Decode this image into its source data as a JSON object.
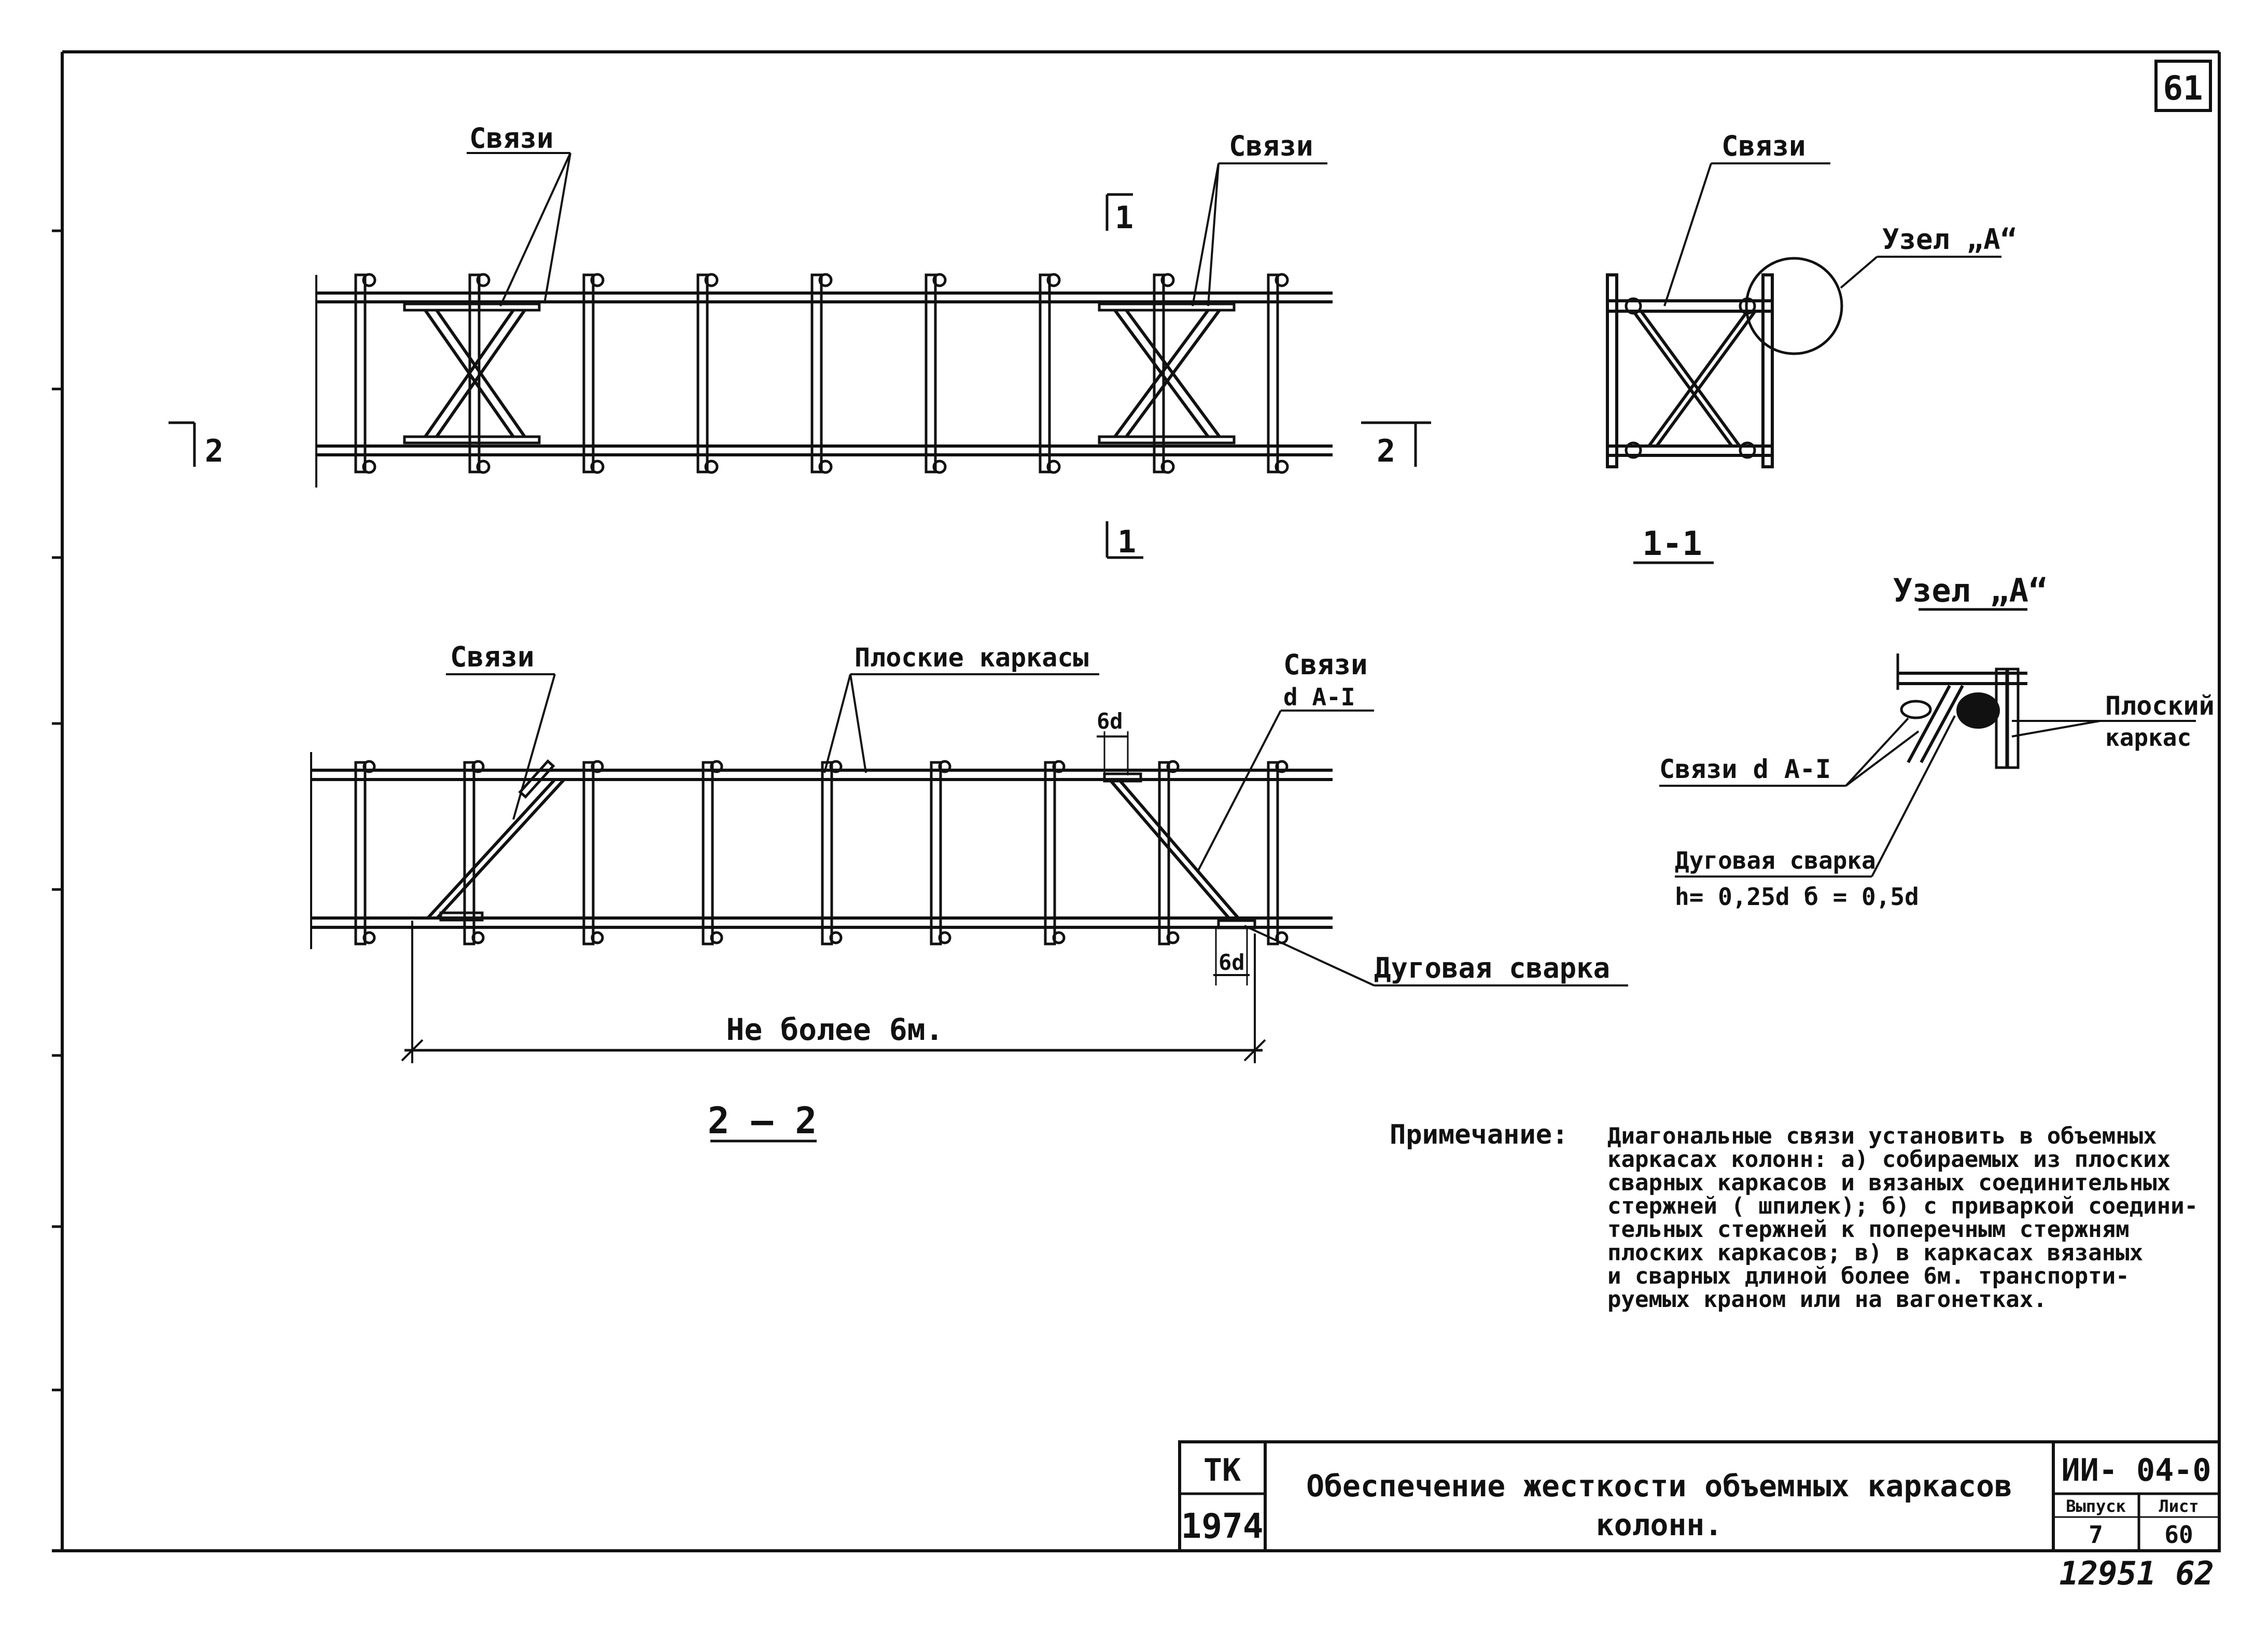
{
  "sheet": {
    "page_number": "61",
    "bottom_handwritten": "12951  62",
    "side_margin_text": ""
  },
  "view_top": {
    "label_left": "Связи",
    "label_right": "Связи",
    "cut1_top": "1",
    "cut1_bottom": "1",
    "cut2_left": "2",
    "cut2_right": "2"
  },
  "view_section_1_1": {
    "label": "Связи",
    "node_label": "Узел „А“",
    "caption": "1-1"
  },
  "view_section_2_2": {
    "label_left": "Связи",
    "label_middle": "Плоские каркасы",
    "label_right": "Связи",
    "label_right_sub": "d A-I",
    "dim_6d_top": "6d",
    "dim_6d_bottom": "6d",
    "weld_label": "Дуговая сварка",
    "span_label": "Не более 6м.",
    "caption": "2 – 2"
  },
  "node_detail": {
    "title": "Узел „А“",
    "flat_frame_line1": "Плоский",
    "flat_frame_line2": "каркас",
    "ties_label": "Связи d A-I",
    "weld_label": "Дуговая сварка",
    "weld_params": "h= 0,25d   б = 0,5d"
  },
  "note": {
    "heading": "Примечание:",
    "lines": [
      "Диагональные связи установить в объемных",
      "каркасах колонн: а) собираемых из плоских",
      "сварных каркасов и вязаных соединительных",
      "стержней ( шпилек);  б) с приваркой соедини-",
      "тельных стержней к поперечным стержням",
      "плоских каркасов;  в) в каркасах  вязаных",
      "и сварных  длиной  более 6м. транспорти-",
      "руемых  краном или на вагонетках."
    ]
  },
  "title_block": {
    "org_code": "ТК",
    "year": "1974",
    "title_line1": "Обеспечение жесткости объемных каркасов",
    "title_line2": "колонн.",
    "doc_code": "ИИ- 04-0",
    "issue_label": "Выпуск",
    "issue_value": "7",
    "sheet_label": "Лист",
    "sheet_value": "60"
  }
}
